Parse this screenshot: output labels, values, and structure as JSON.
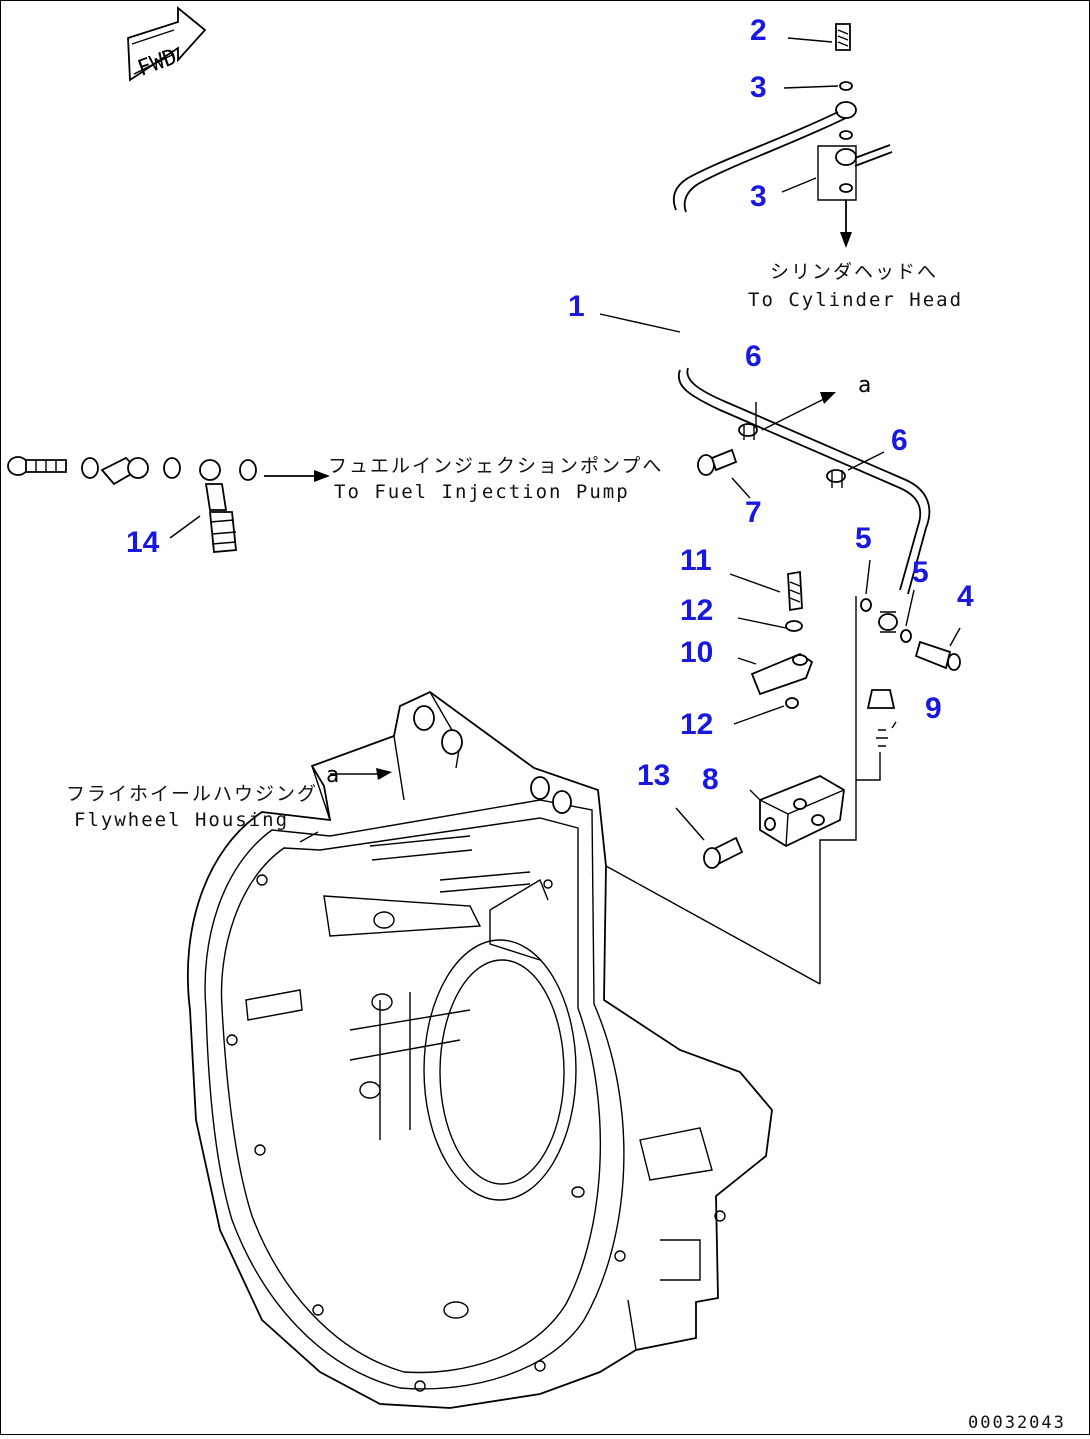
{
  "diagram": {
    "direction_marker": "FWD",
    "view_arrow_label": "a",
    "drawing_number": "00032043",
    "labels": {
      "cylinder_head_jp": "シリンダヘッドへ",
      "cylinder_head_en": "To Cylinder Head",
      "fuel_pump_jp": "フュエルインジェクションポンプへ",
      "fuel_pump_en": "To Fuel Injection Pump",
      "flywheel_jp": "フライホイールハウジング",
      "flywheel_en": "Flywheel Housing"
    },
    "callouts": [
      "1",
      "2",
      "3",
      "3",
      "4",
      "5",
      "5",
      "6",
      "6",
      "7",
      "8",
      "9",
      "10",
      "11",
      "12",
      "12",
      "13",
      "14"
    ],
    "callout_color": "#1818e0"
  }
}
